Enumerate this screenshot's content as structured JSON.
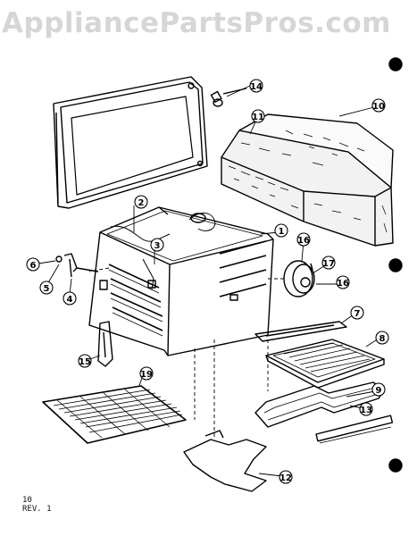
{
  "watermark": "AppliancePartsPros.com",
  "footer": {
    "page": "10",
    "rev": "REV. 1"
  },
  "callouts": [
    "1",
    "2",
    "3",
    "4",
    "5",
    "6",
    "7",
    "8",
    "9",
    "10",
    "11",
    "12",
    "13",
    "14",
    "15",
    "16",
    "16",
    "17",
    "19"
  ],
  "colors": {
    "line": "#000000",
    "watermark": "#d6d6d6"
  }
}
